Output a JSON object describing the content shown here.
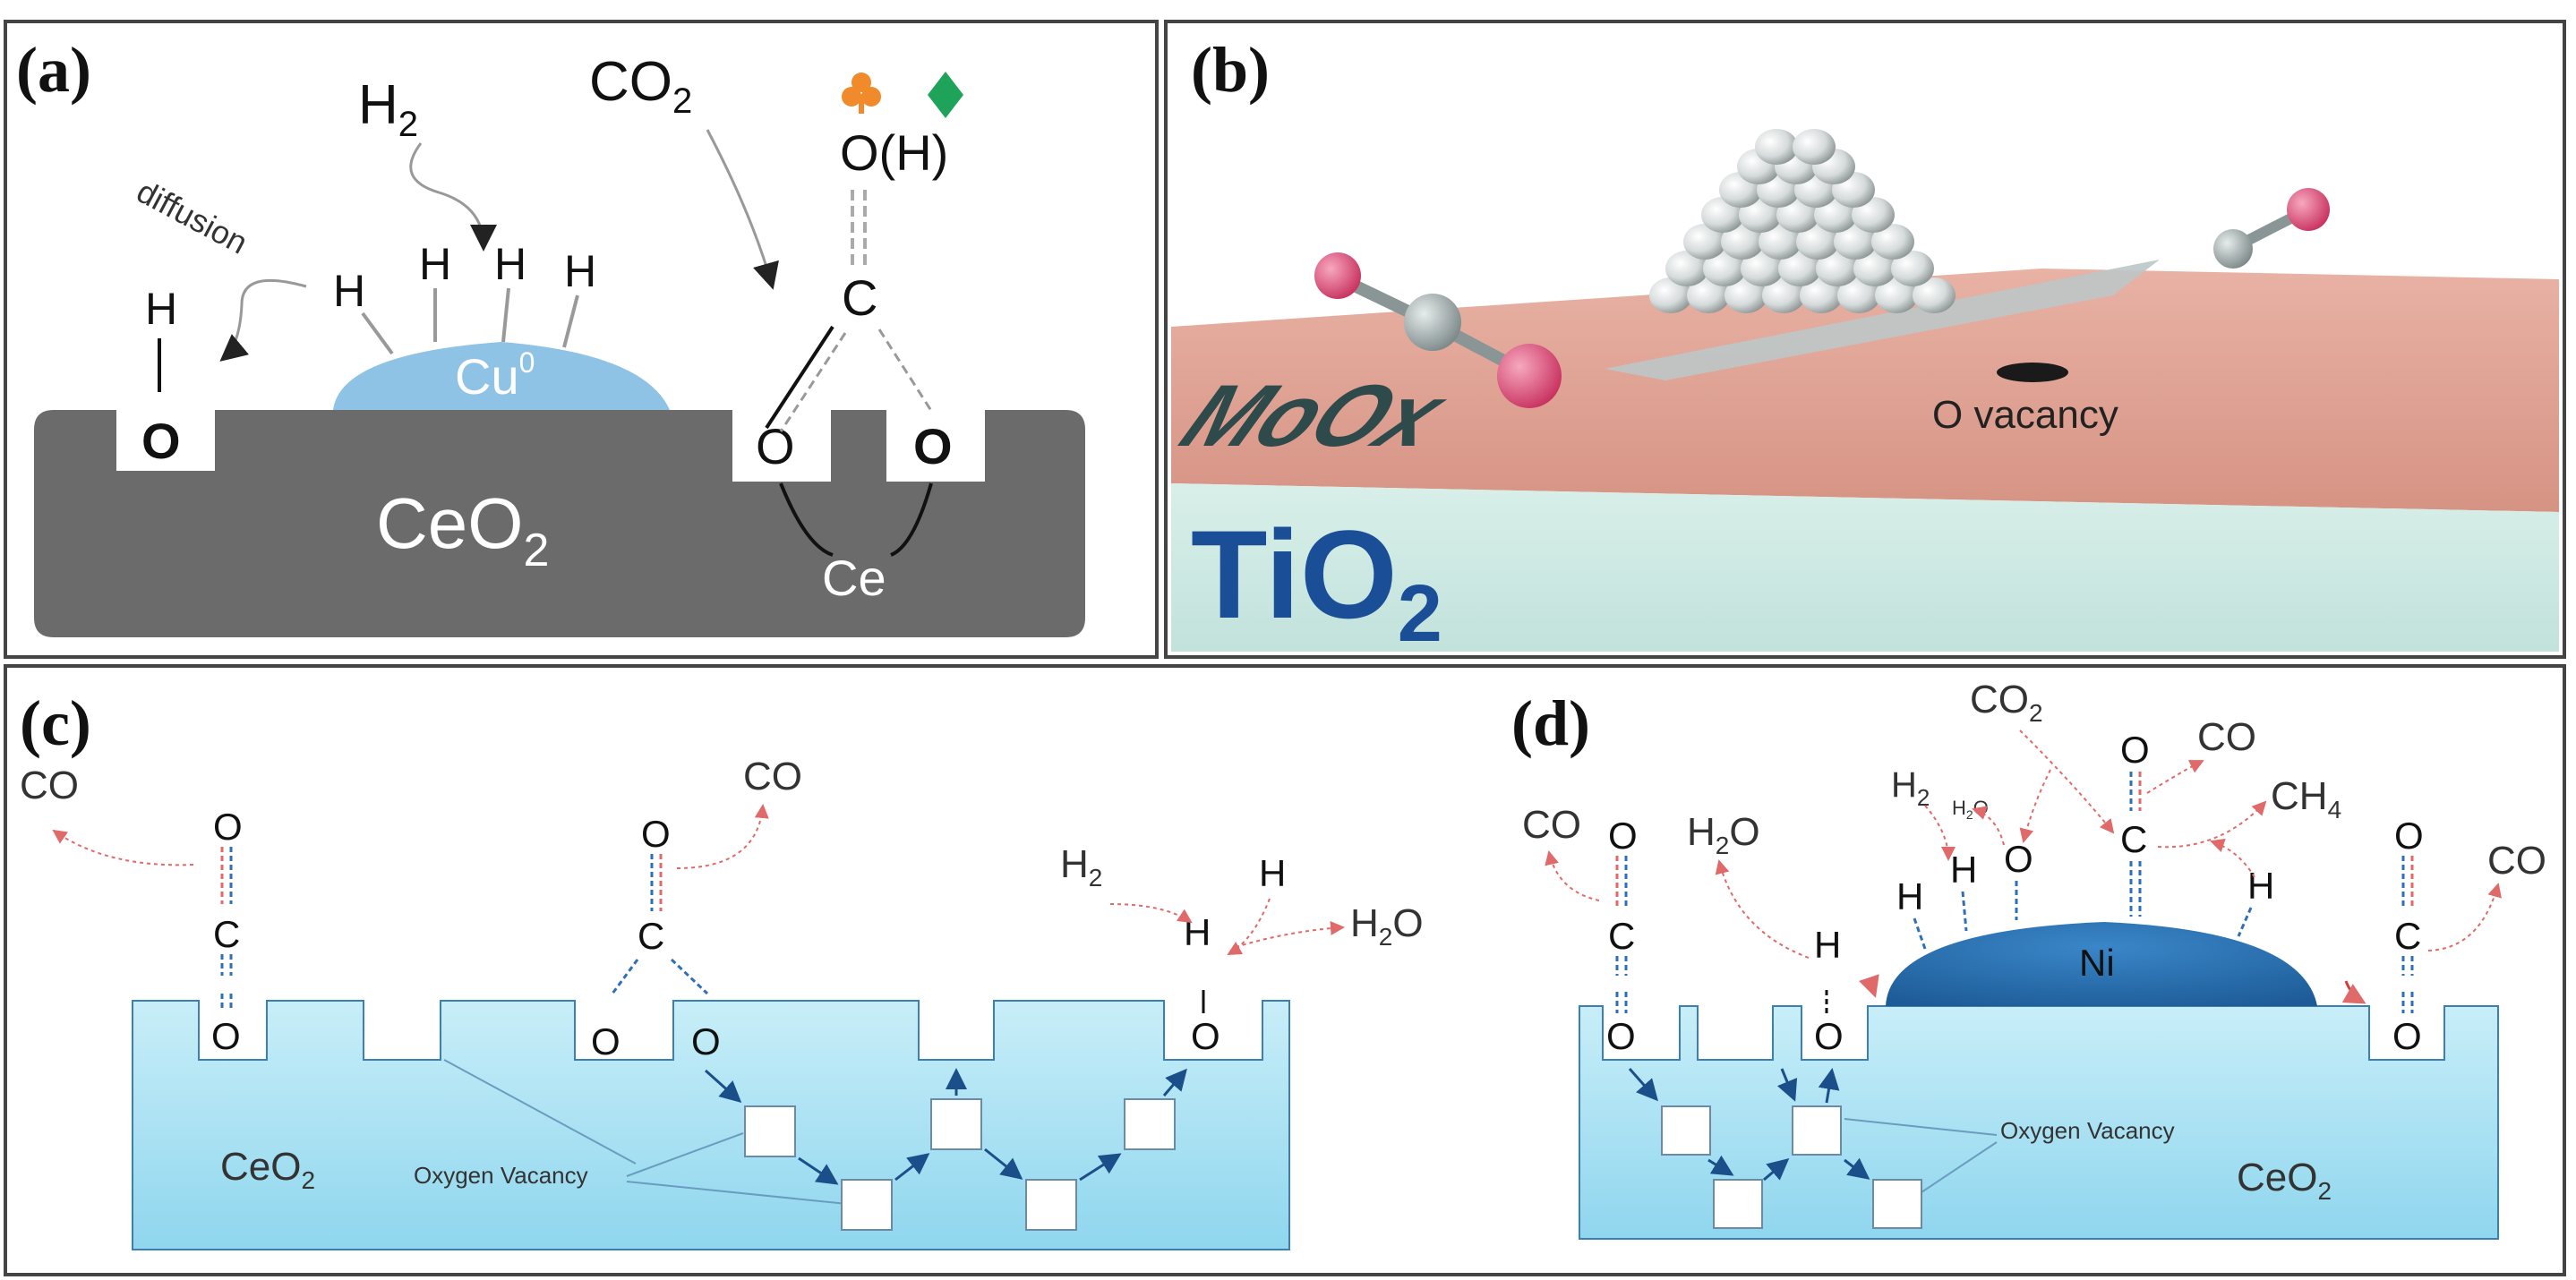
{
  "panel_a": {
    "label": "(a)",
    "h2": "H",
    "h2_sub": "2",
    "co2": "CO",
    "co2_sub": "2",
    "oh_label": "O(H)",
    "diffusion": "diffusion",
    "h": "H",
    "o": "O",
    "c": "C",
    "cu": "Cu",
    "cu_sup": "0",
    "ceo2": "CeO",
    "ceo2_sub": "2",
    "ce": "Ce",
    "colors": {
      "club": "#f08a2a",
      "diamond": "#1fa35a",
      "cu": "#8ec3e6",
      "support": "#6b6b6b"
    }
  },
  "panel_b": {
    "label": "(b)",
    "moox": "MoOx",
    "vacancy": "O vacancy",
    "tio2": "TiO",
    "tio2_sub": "2",
    "colors": {
      "moox": "#e3a596",
      "tio2": "#cfe9e4",
      "ball": "#dfe3e3",
      "oxygen": "#e0507a"
    }
  },
  "panel_c": {
    "label": "(c)",
    "co": "CO",
    "o": "O",
    "c": "C",
    "h": "H",
    "h2": "H",
    "h2_sub": "2",
    "h2o_pre": "H",
    "h2o_sub": "2",
    "h2o_post": "O",
    "ceo2": "CeO",
    "ceo2_sub": "2",
    "vacancy": "Oxygen Vacancy",
    "colors": {
      "bulk": "#a8e1f1",
      "arrow": "#e06a6a",
      "bond": "#2f6fb3"
    }
  },
  "panel_d": {
    "label": "(d)",
    "co": "CO",
    "co2": "CO",
    "co2_sub": "2",
    "ch4": "CH",
    "ch4_sub": "4",
    "h2": "H",
    "h2_sub": "2",
    "h2o_pre": "H",
    "h2o_sub": "2",
    "h2o_post": "O",
    "o": "O",
    "c": "C",
    "h": "H",
    "ni": "Ni",
    "ceo2": "CeO",
    "ceo2_sub": "2",
    "vacancy": "Oxygen Vacancy",
    "colors": {
      "ni": "#2a6fae",
      "bulk": "#a8e1f1"
    }
  }
}
